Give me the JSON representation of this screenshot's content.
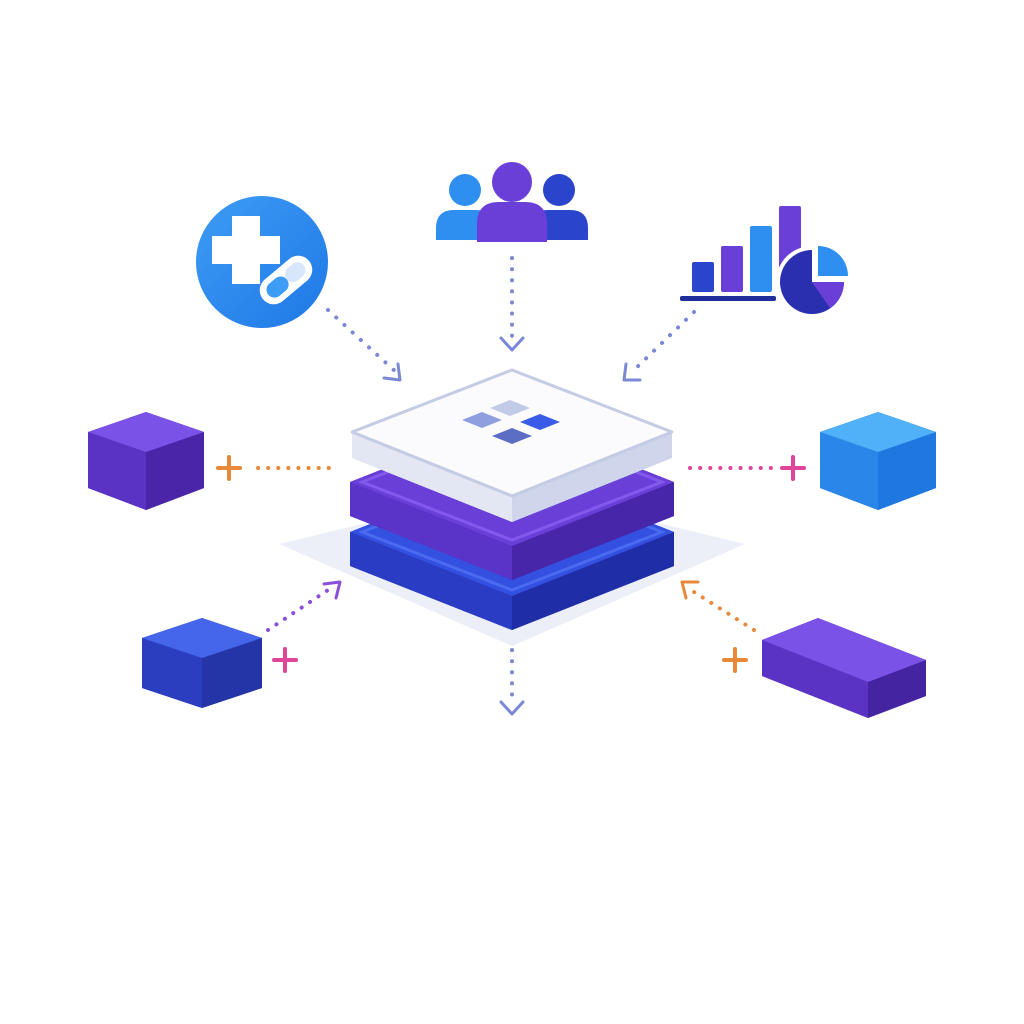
{
  "colors": {
    "background": "#ffffff",
    "sky_blue": "#2f8ff0",
    "blue": "#2f4fd6",
    "indigo": "#2a3bbf",
    "purple": "#6a3fd8",
    "platform_top": "#f6f7fc",
    "platform_edge": "#c9d0e8",
    "shadow": "#e9ebf6",
    "connector_blue": "#7a88d6",
    "connector_orange": "#e8893a",
    "connector_pink": "#e0459a",
    "connector_purple": "#8a4fd8"
  },
  "icons": {
    "health": "medical-cross-pill-icon",
    "team": "user-group-icon",
    "analytics": "bar-pie-chart-icon",
    "platform_logo": "four-tile-grid-icon"
  },
  "nodes": [
    {
      "id": "cube-left",
      "icon": "purple-cube-icon",
      "connector": "orange"
    },
    {
      "id": "cube-right",
      "icon": "blue-cube-icon",
      "connector": "pink"
    },
    {
      "id": "cube-bottom-left",
      "icon": "indigo-cube-icon",
      "connector": "purple"
    },
    {
      "id": "slab-bottom-right",
      "icon": "purple-slab-icon",
      "connector": "orange"
    }
  ]
}
